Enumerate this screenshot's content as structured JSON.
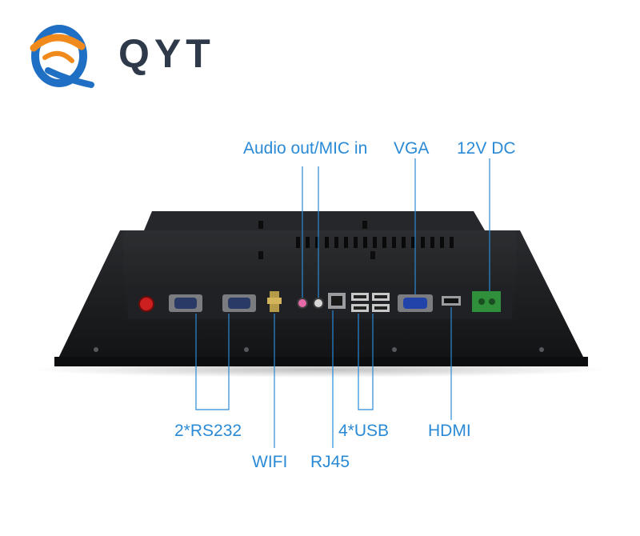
{
  "brand": {
    "name": "QYT"
  },
  "labels": {
    "audio": "Audio out/MIC in",
    "vga": "VGA",
    "dc": "12V DC",
    "rs232": "2*RS232",
    "wifi": "WIFI",
    "rj45": "RJ45",
    "usb": "4*USB",
    "hdmi": "HDMI"
  },
  "colors": {
    "label": "#2a8ad6",
    "panel": "#1b1c1e",
    "logo_blue": "#1f6fc4",
    "logo_orange": "#f08a1c",
    "connector_green": "#2f8f3a",
    "vga_blue": "#2244aa",
    "power_button": "#cc1f1f"
  }
}
